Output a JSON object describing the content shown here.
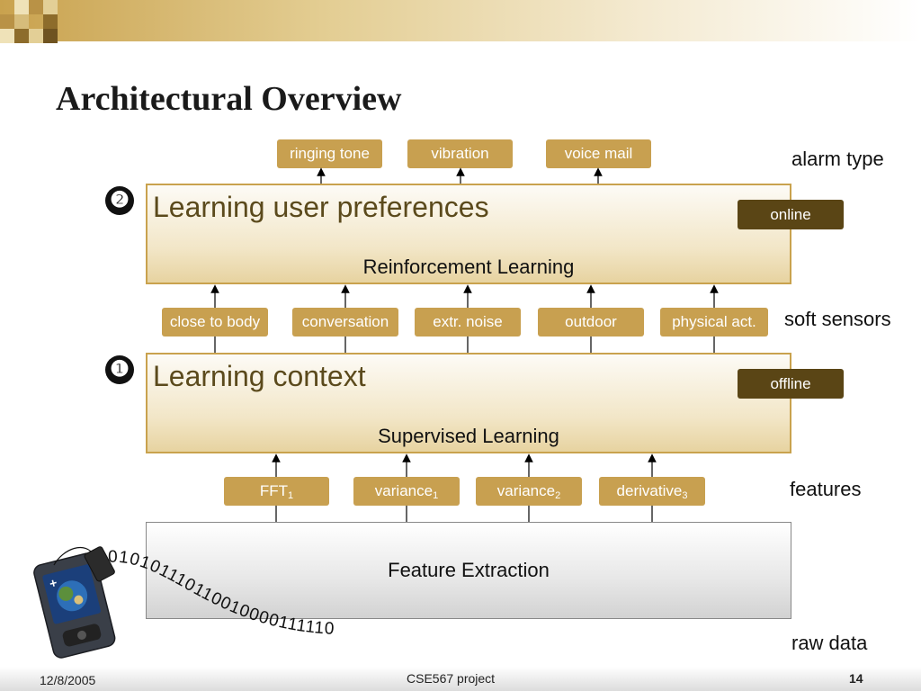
{
  "slide": {
    "title": "Architectural Overview",
    "footer_date": "12/8/2005",
    "footer_center": "CSE567 project",
    "page_number": "14"
  },
  "outputs": [
    "ringing tone",
    "vibration",
    "voice mail"
  ],
  "layer2": {
    "number": "❷",
    "heading": "Learning user preferences",
    "method": "Reinforcement Learning",
    "mode": "online"
  },
  "soft_sensors": [
    "close to body",
    "conversation",
    "extr. noise",
    "outdoor",
    "physical act."
  ],
  "layer1": {
    "number": "❶",
    "heading": "Learning context",
    "method": "Supervised Learning",
    "mode": "offline"
  },
  "features": [
    {
      "base": "FFT",
      "sub": "1"
    },
    {
      "base": "variance",
      "sub": "1"
    },
    {
      "base": "variance",
      "sub": "2"
    },
    {
      "base": "derivative",
      "sub": "3"
    }
  ],
  "extraction": {
    "label": "Feature Extraction"
  },
  "side_labels": {
    "alarm_type": "alarm type",
    "soft_sensors": "soft sensors",
    "features": "features",
    "raw_data": "raw data"
  },
  "binary_stream": "0101011101100100001111100",
  "colors": {
    "gold": "#c8a050",
    "dark_brown": "#5a4515",
    "panel_border": "#c9a24e"
  }
}
